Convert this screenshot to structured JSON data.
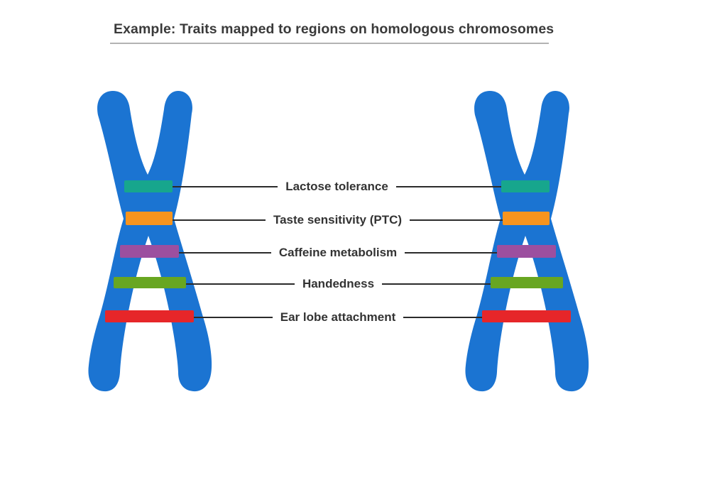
{
  "title": "Example: Traits mapped to regions on homologous chromosomes",
  "colors": {
    "chromosome_blue": "#1b74d2",
    "connector_line": "#2b2b2b",
    "title_underline": "#b3b3b3"
  },
  "traits": [
    {
      "label": "Lactose tolerance",
      "band_color": "#17a68d"
    },
    {
      "label": "Taste sensitivity (PTC)",
      "band_color": "#f7941e"
    },
    {
      "label": "Caffeine metabolism",
      "band_color": "#9c4f9f"
    },
    {
      "label": "Handedness",
      "band_color": "#68a621"
    },
    {
      "label": "Ear lobe attachment",
      "band_color": "#e62629"
    }
  ]
}
